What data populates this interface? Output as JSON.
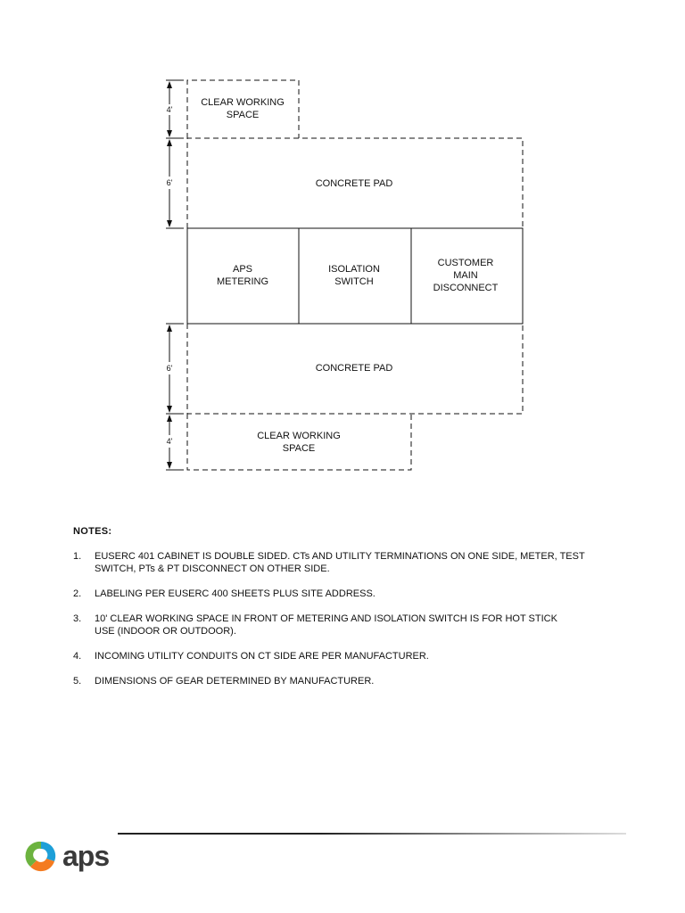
{
  "diagram": {
    "clear_space_top": [
      "CLEAR WORKING",
      "SPACE"
    ],
    "concrete_pad_top": "CONCRETE PAD",
    "aps_metering": [
      "APS",
      "METERING"
    ],
    "isolation_switch": [
      "ISOLATION",
      "SWITCH"
    ],
    "customer_main": [
      "CUSTOMER",
      "MAIN",
      "DISCONNECT"
    ],
    "concrete_pad_bottom": "CONCRETE PAD",
    "clear_space_bottom": [
      "CLEAR WORKING",
      "SPACE"
    ],
    "dims": {
      "top_clear": "4'",
      "top_pad": "6'",
      "bottom_pad": "6'",
      "bottom_clear": "4'"
    }
  },
  "notes": {
    "title": "NOTES:",
    "items": [
      {
        "num": "1.",
        "text": "EUSERC 401 CABINET IS DOUBLE SIDED.  CTs AND UTILITY TERMINATIONS ON ONE SIDE, METER, TEST\nSWITCH, PTs & PT DISCONNECT ON OTHER SIDE."
      },
      {
        "num": "2.",
        "text": "LABELING PER EUSERC 400 SHEETS PLUS SITE ADDRESS."
      },
      {
        "num": "3.",
        "text": "10' CLEAR WORKING SPACE IN FRONT OF METERING AND ISOLATION SWITCH IS FOR HOT STICK\nUSE (INDOOR OR OUTDOOR)."
      },
      {
        "num": "4.",
        "text": "INCOMING UTILITY CONDUITS ON CT SIDE ARE PER MANUFACTURER."
      },
      {
        "num": "5.",
        "text": "DIMENSIONS OF GEAR DETERMINED BY MANUFACTURER."
      }
    ]
  },
  "footer": {
    "logo_text": "aps"
  },
  "colors": {
    "line": "#111111",
    "logo_green": "#6cb33f",
    "logo_blue": "#1d9fd8",
    "logo_orange": "#f47b20",
    "logo_text": "#3a3a3a"
  }
}
